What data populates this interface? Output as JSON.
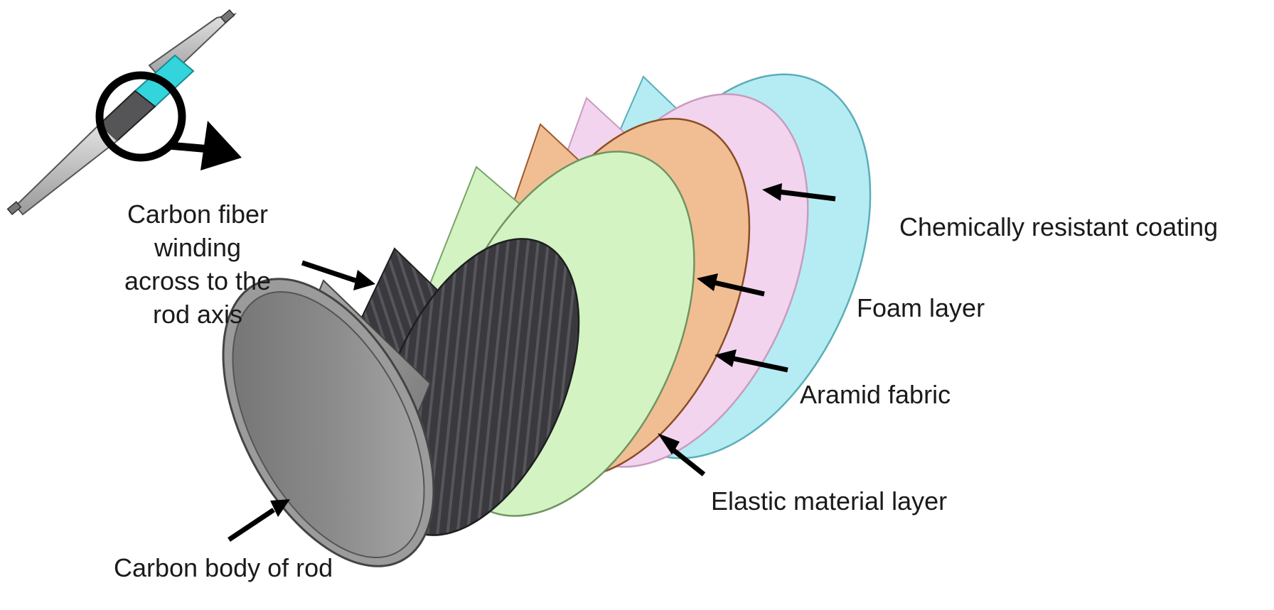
{
  "labels": {
    "chemical": "Chemically resistant coating",
    "foam": "Foam layer",
    "aramid": "Aramid fabric",
    "elastic": "Elastic material layer",
    "carbon_body": "Carbon body of rod",
    "winding_1": "Carbon fiber",
    "winding_2": "winding",
    "winding_3": "across to the",
    "winding_4": "rod axis"
  },
  "colors": {
    "chemical_coating": "#b5ecf3",
    "foam_layer": "#f3d4ee",
    "aramid_fabric": "#f1be93",
    "elastic_layer": "#d4f3c3",
    "carbon_winding": "#3a3a3e",
    "carbon_body": "#8f8f8f",
    "inset_sleeve": "#33d4dc",
    "arrow": "#000000"
  }
}
